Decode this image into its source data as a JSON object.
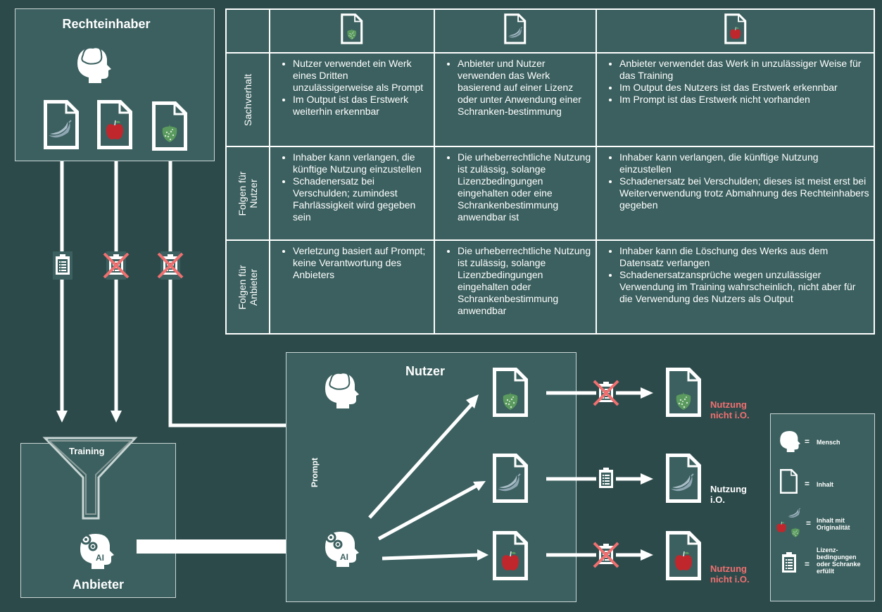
{
  "rights_holder": {
    "title": "Rechteinhaber"
  },
  "provider": {
    "title": "Anbieter",
    "funnel_label": "Training",
    "ai_label": "AI"
  },
  "user": {
    "title": "Nutzer",
    "prompt_label": "Prompt",
    "ai_label": "AI"
  },
  "table": {
    "header_icons": [
      "document-strawberry-icon",
      "document-banana-icon",
      "document-apple-icon"
    ],
    "rows": [
      {
        "label": "Sachverhalt",
        "cells": [
          [
            "Nutzer verwendet ein Werk eines Dritten unzulässigerweise als Prompt",
            "Im Output ist das Erstwerk weiterhin erkennbar"
          ],
          [
            "Anbieter und Nutzer verwenden das Werk basierend auf einer Lizenz oder unter Anwendung einer Schranken-bestimmung"
          ],
          [
            "Anbieter verwendet das Werk in unzulässiger Weise für das Training",
            "Im Output des Nutzers ist das Erstwerk erkennbar",
            "Im Prompt ist das Erstwerk nicht vorhanden"
          ]
        ]
      },
      {
        "label": "Folgen für\nNutzer",
        "cells": [
          [
            "Inhaber kann verlangen, die künftige Nutzung einzustellen",
            "Schadenersatz bei Verschulden; zumindest Fahrlässigkeit wird gegeben sein"
          ],
          [
            "Die urheberrechtliche Nutzung ist zulässig, solange Lizenzbedingungen eingehalten oder eine Schrankenbestimmung anwendbar ist"
          ],
          [
            "Inhaber kann verlangen, die künftige Nutzung einzustellen",
            "Schadenersatz bei Verschulden; dieses ist meist erst bei Weiterverwendung trotz Abmahnung des Rechteinhabers gegeben"
          ]
        ]
      },
      {
        "label": "Folgen für\nAnbieter",
        "cells": [
          [
            "Verletzung basiert auf Prompt; keine Verantwortung des Anbieters"
          ],
          [
            "Die urheberrechtliche Nutzung ist zulässig, solange Lizenzbedingungen eingehalten oder Schrankenbestimmung anwendbar"
          ],
          [
            "Inhaber kann die Löschung des Werks aus dem Datensatz verlangen",
            "Schadenersatzansprüche wegen unzulässiger Verwendung im Training wahrscheinlich, nicht aber für die Verwendung des Nutzers als Output"
          ]
        ]
      }
    ]
  },
  "outputs": [
    {
      "status_line1": "Nutzung",
      "status_line2": "nicht i.O.",
      "color": "#f07070"
    },
    {
      "status_line1": "Nutzung",
      "status_line2": "i.O.",
      "color": "#ffffff"
    },
    {
      "status_line1": "Nutzung",
      "status_line2": "nicht i.O.",
      "color": "#f07070"
    }
  ],
  "legend": {
    "items": [
      {
        "icon": "human-head-icon",
        "label": "Mensch"
      },
      {
        "icon": "document-icon",
        "label": "Inhalt"
      },
      {
        "icon": "fruits-icon",
        "label": "Inhalt mit Originalität"
      },
      {
        "icon": "clipboard-icon",
        "label": "Lizenz-bedingungen oder Schranke erfüllt"
      }
    ]
  },
  "colors": {
    "background": "#2d4a4b",
    "panel": "#3b605f",
    "denied": "#f07070",
    "strawberry": "#5a9a5e",
    "banana": "#8fa6b3",
    "apple": "#c0272d"
  }
}
